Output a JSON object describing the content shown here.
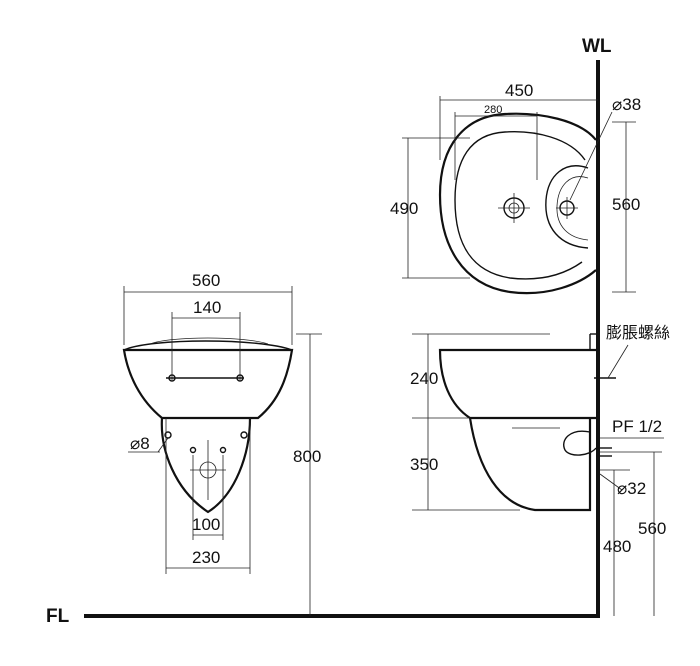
{
  "labels": {
    "wall": "WL",
    "floor": "FL",
    "anchor_bolt": "膨脹螺絲",
    "drain_fitting": "PF 1/2"
  },
  "top_view": {
    "width": "450",
    "inner_width": "280",
    "depth": "490",
    "wall_to_drain": "560",
    "tap_hole": "⌀38"
  },
  "front_view": {
    "width": "560",
    "bolt_spacing": "140",
    "fixing_hole": "⌀8",
    "pedestal_bolts": "100",
    "pedestal_width": "230",
    "height": "800"
  },
  "side_view": {
    "basin_height": "240",
    "pedestal_height": "350",
    "drain_dia": "⌀32",
    "drain_height": "480",
    "supply_height": "560"
  }
}
